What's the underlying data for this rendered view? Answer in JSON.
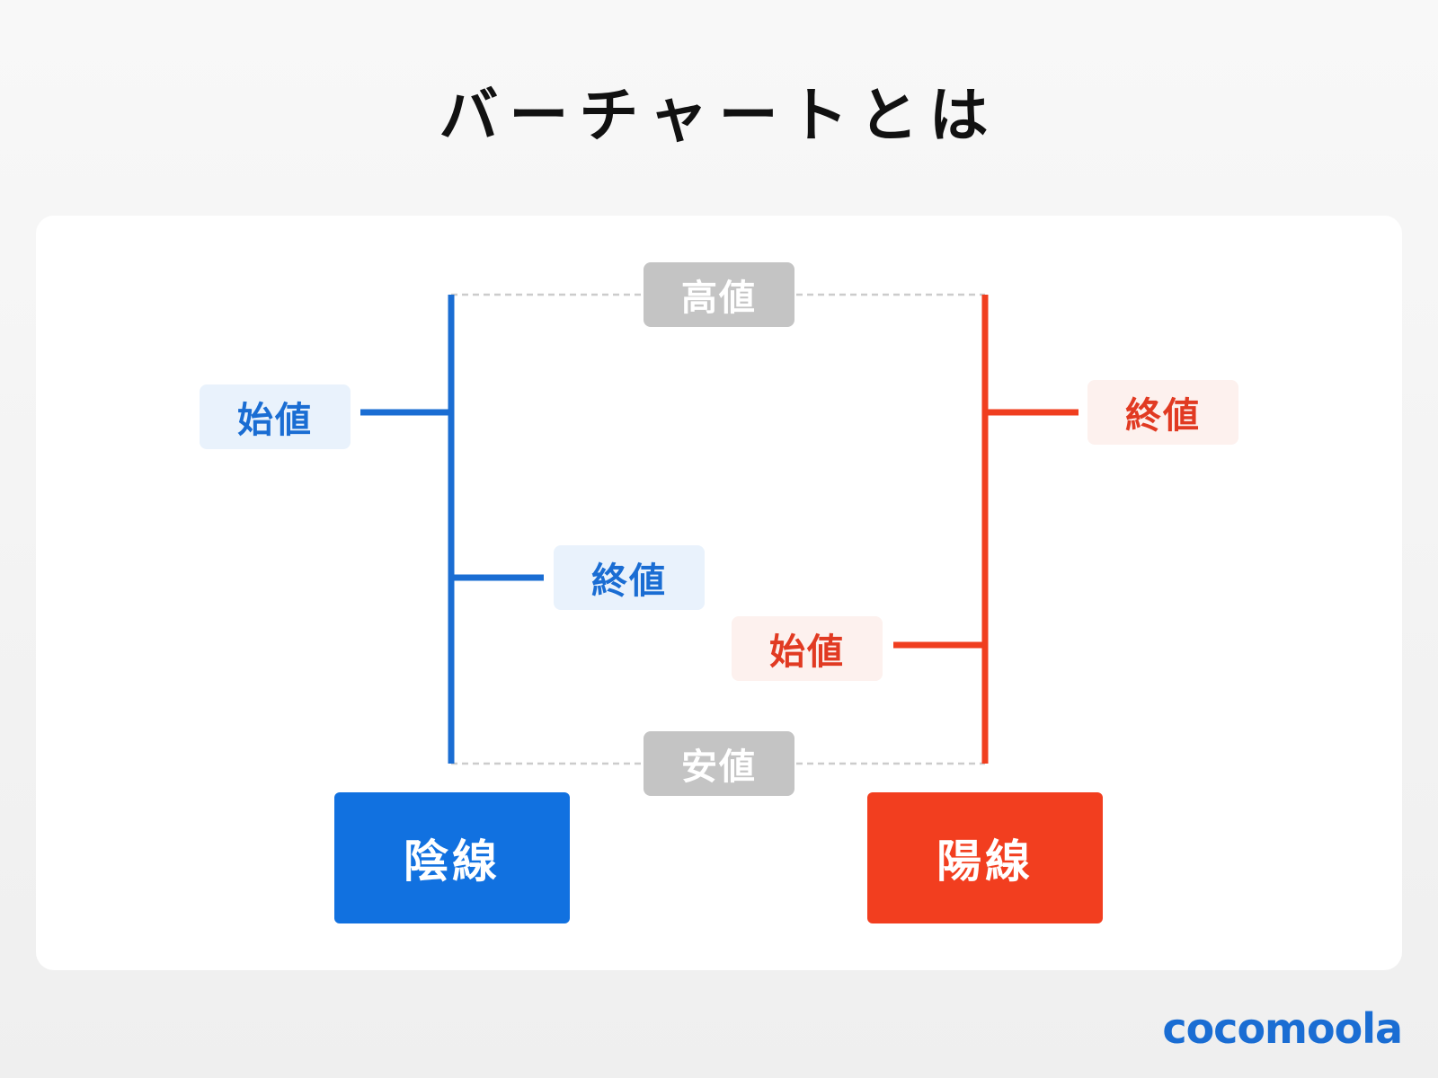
{
  "title": "バーチャートとは",
  "labels": {
    "high": "高値",
    "low": "安値",
    "bearish_open": "始値",
    "bearish_close": "終値",
    "bullish_open": "始値",
    "bullish_close": "終値",
    "bearish_name": "陰線",
    "bullish_name": "陽線"
  },
  "logo": "cocomoola",
  "colors": {
    "bearish": "#1a6dd3",
    "bullish": "#f03e1f",
    "neutral": "#c4c4c4",
    "dashed_line": "#cccccc"
  }
}
